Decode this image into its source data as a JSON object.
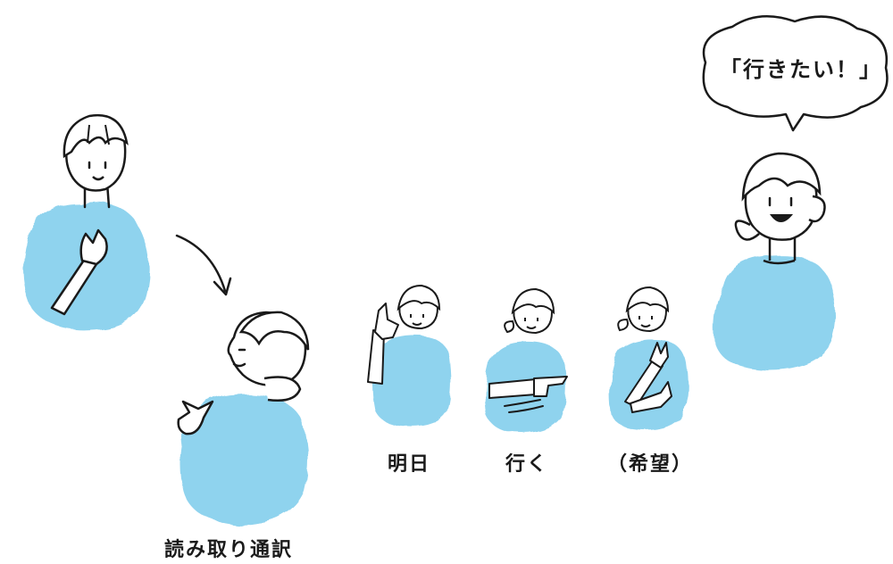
{
  "speech_bubble": {
    "text": "「行きたい！」"
  },
  "labels": {
    "interpreter": "読み取り通訳",
    "sign_tomorrow": "明日",
    "sign_go": "行く",
    "sign_want": "（希望）"
  },
  "colors": {
    "body_blue": "#8fd3ee",
    "line": "#1a1a1a",
    "skin": "#ffffff"
  }
}
